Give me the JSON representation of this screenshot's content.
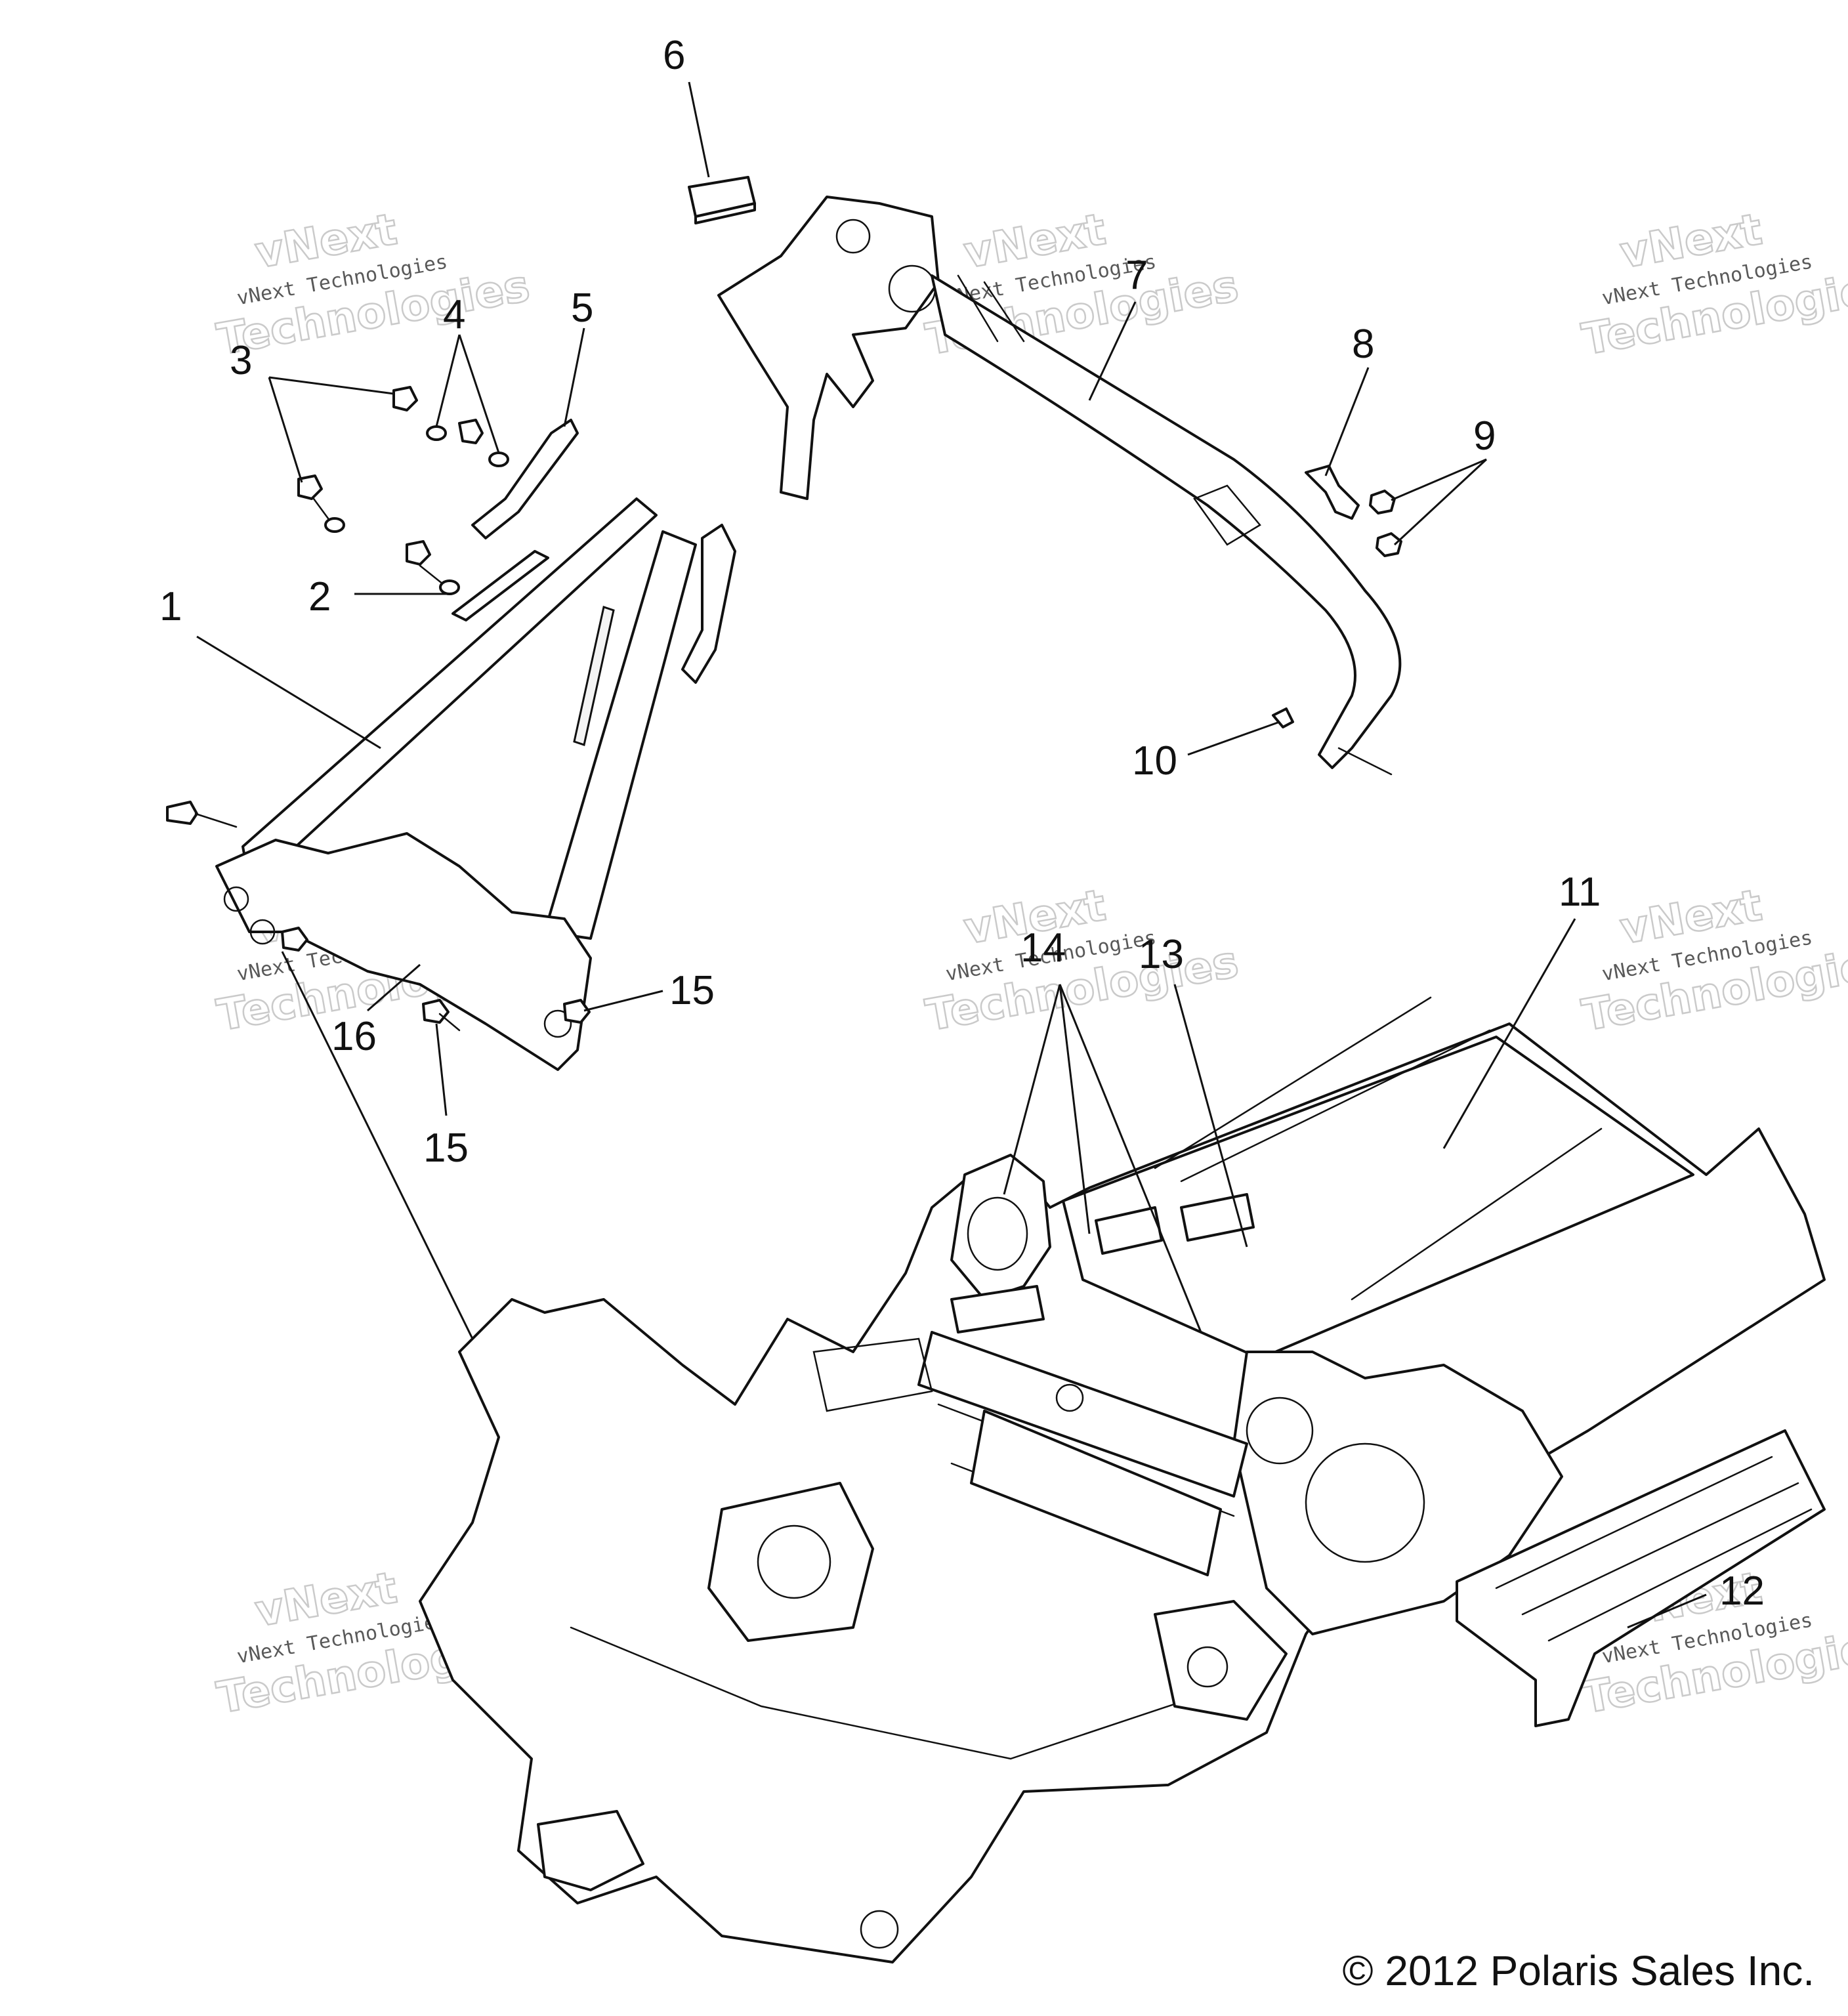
{
  "diagram": {
    "callouts": [
      "1",
      "2",
      "3",
      "4",
      "5",
      "6",
      "7",
      "8",
      "9",
      "10",
      "11",
      "12",
      "13",
      "14",
      "15",
      "15",
      "16"
    ],
    "watermark": {
      "line_small": "vNext Technologies",
      "line_big": "Technologies",
      "line_big_prefix": "vNext"
    },
    "copyright": "© 2012 Polaris Sales Inc."
  }
}
